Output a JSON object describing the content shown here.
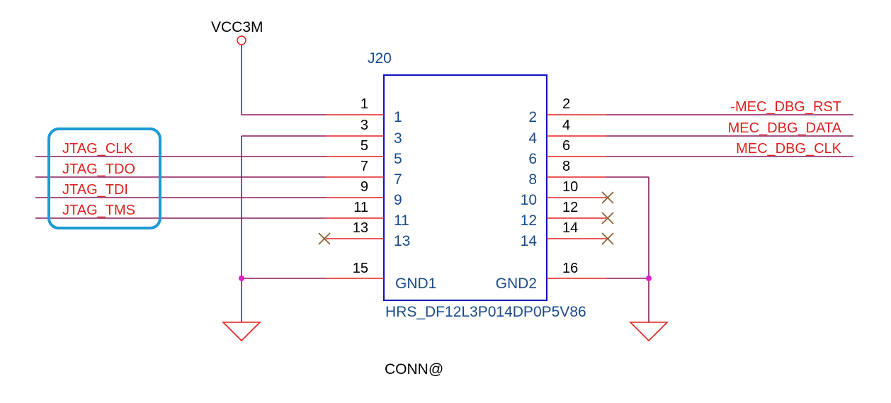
{
  "colors": {
    "wire": "#8a1a5a",
    "pin_line": "#e02020",
    "part_outline": "#1010c0",
    "pin_name": "#1a4a8a",
    "net_label": "#e02020",
    "junction": "#e020c8",
    "no_connect": "#8b5a2b",
    "highlight": "#1c9ad6",
    "power_symbol": "#e02020"
  },
  "power": {
    "vcc": "VCC3M"
  },
  "part": {
    "refdes": "J20",
    "value": "HRS_DF12L3P014DP0P5V86",
    "footprint_note": "CONN@"
  },
  "left_pins": [
    {
      "num": "1",
      "name": "1"
    },
    {
      "num": "3",
      "name": "3"
    },
    {
      "num": "5",
      "name": "5"
    },
    {
      "num": "7",
      "name": "7"
    },
    {
      "num": "9",
      "name": "9"
    },
    {
      "num": "11",
      "name": "11"
    },
    {
      "num": "13",
      "name": "13"
    },
    {
      "num": "15",
      "name": "GND1"
    }
  ],
  "right_pins": [
    {
      "num": "2",
      "name": "2"
    },
    {
      "num": "4",
      "name": "4"
    },
    {
      "num": "6",
      "name": "6"
    },
    {
      "num": "8",
      "name": "8"
    },
    {
      "num": "10",
      "name": "10"
    },
    {
      "num": "12",
      "name": "12"
    },
    {
      "num": "14",
      "name": "14"
    },
    {
      "num": "16",
      "name": "GND2"
    }
  ],
  "left_nets": [
    "JTAG_CLK",
    "JTAG_TDO",
    "JTAG_TDI",
    "JTAG_TMS"
  ],
  "right_nets": [
    "-MEC_DBG_RST",
    "MEC_DBG_DATA",
    "MEC_DBG_CLK"
  ]
}
